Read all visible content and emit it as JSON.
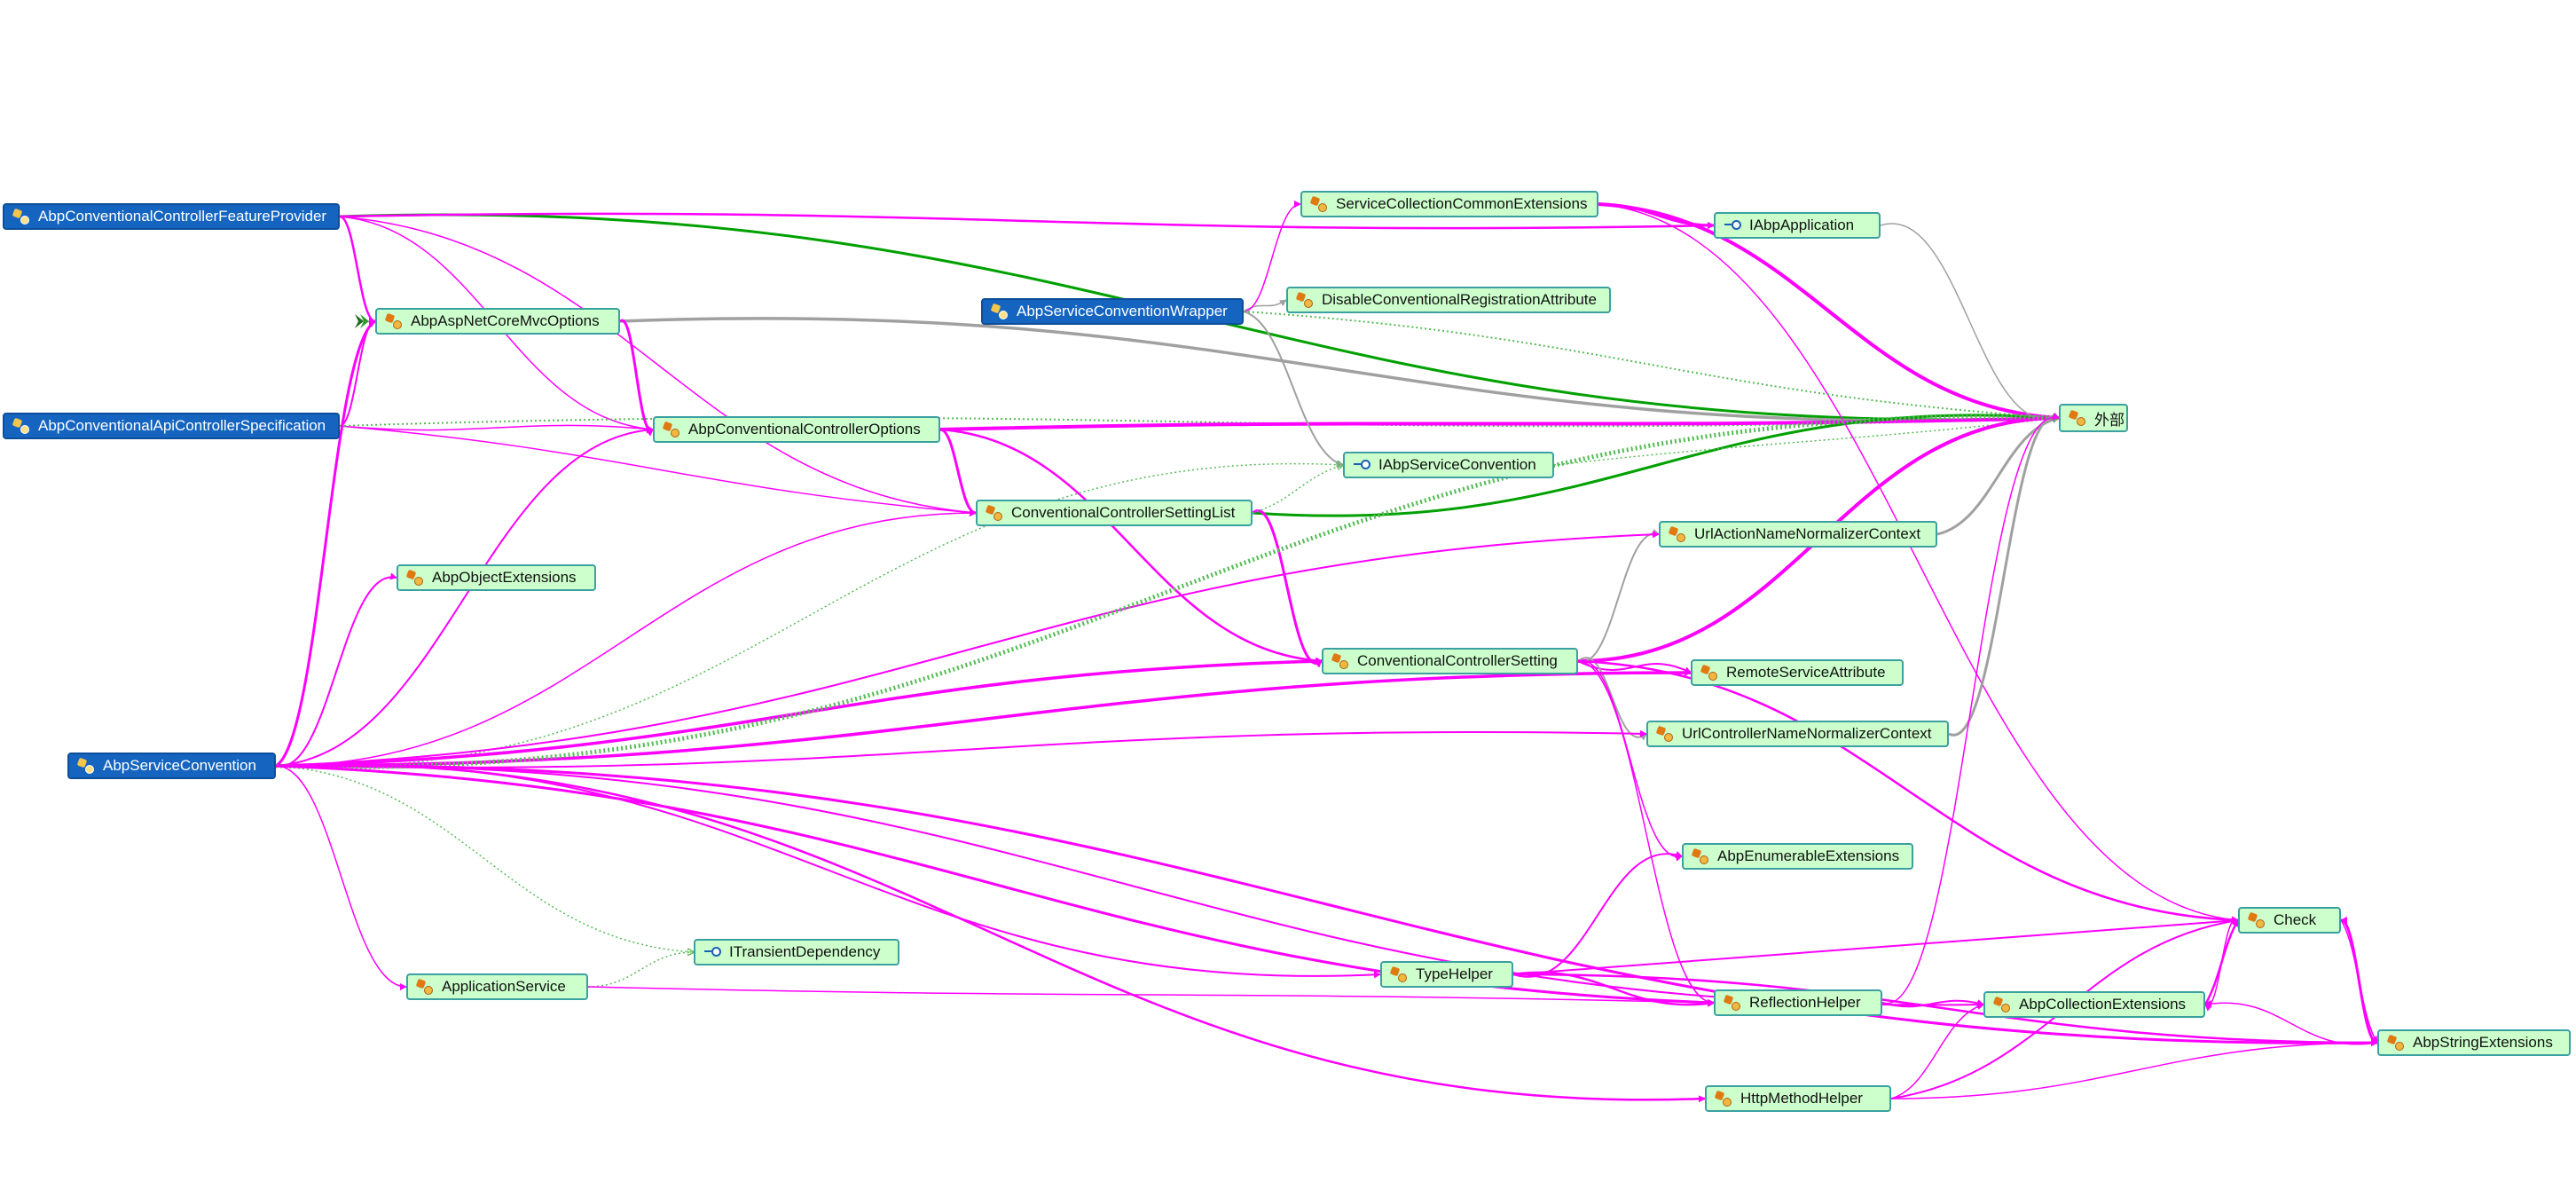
{
  "colors": {
    "pink": "#ff00ff",
    "green": "#00a000",
    "gray": "#a0a0a0",
    "dotted_green": "#55bb55",
    "node_light": "#ccffcc",
    "node_dark": "#1565c0"
  },
  "nodes": [
    {
      "id": "featureProvider",
      "label": "AbpConventionalControllerFeatureProvider",
      "style": "dark",
      "icon": "class-icon"
    },
    {
      "id": "aspNetCoreMvcOptions",
      "label": "AbpAspNetCoreMvcOptions",
      "style": "light",
      "icon": "class-icon"
    },
    {
      "id": "apiControllerSpec",
      "label": "AbpConventionalApiControllerSpecification",
      "style": "dark",
      "icon": "class-icon"
    },
    {
      "id": "controllerOptions",
      "label": "AbpConventionalControllerOptions",
      "style": "light",
      "icon": "class-icon"
    },
    {
      "id": "objectExtensions",
      "label": "AbpObjectExtensions",
      "style": "light",
      "icon": "class-icon"
    },
    {
      "id": "serviceConvention",
      "label": "AbpServiceConvention",
      "style": "dark",
      "icon": "class-icon"
    },
    {
      "id": "applicationService",
      "label": "ApplicationService",
      "style": "light",
      "icon": "class-icon"
    },
    {
      "id": "iTransientDependency",
      "label": "ITransientDependency",
      "style": "light",
      "icon": "interface-icon"
    },
    {
      "id": "serviceCollectionCommon",
      "label": "ServiceCollectionCommonExtensions",
      "style": "light",
      "icon": "class-icon"
    },
    {
      "id": "iAbpApplication",
      "label": "IAbpApplication",
      "style": "light",
      "icon": "interface-icon"
    },
    {
      "id": "conventionWrapper",
      "label": "AbpServiceConventionWrapper",
      "style": "dark",
      "icon": "class-icon"
    },
    {
      "id": "disableConventional",
      "label": "DisableConventionalRegistrationAttribute",
      "style": "light",
      "icon": "class-icon"
    },
    {
      "id": "external",
      "label": "外部",
      "style": "light",
      "icon": "class-icon"
    },
    {
      "id": "iAbpServiceConvention",
      "label": "IAbpServiceConvention",
      "style": "light",
      "icon": "interface-icon"
    },
    {
      "id": "settingList",
      "label": "ConventionalControllerSettingList",
      "style": "light",
      "icon": "class-icon"
    },
    {
      "id": "urlActionNormalizer",
      "label": "UrlActionNameNormalizerContext",
      "style": "light",
      "icon": "class-icon"
    },
    {
      "id": "controllerSetting",
      "label": "ConventionalControllerSetting",
      "style": "light",
      "icon": "class-icon"
    },
    {
      "id": "remoteServiceAttr",
      "label": "RemoteServiceAttribute",
      "style": "light",
      "icon": "class-icon"
    },
    {
      "id": "urlControllerNormalizer",
      "label": "UrlControllerNameNormalizerContext",
      "style": "light",
      "icon": "class-icon"
    },
    {
      "id": "enumerableExtensions",
      "label": "AbpEnumerableExtensions",
      "style": "light",
      "icon": "class-icon"
    },
    {
      "id": "check",
      "label": "Check",
      "style": "light",
      "icon": "class-icon"
    },
    {
      "id": "typeHelper",
      "label": "TypeHelper",
      "style": "light",
      "icon": "class-icon"
    },
    {
      "id": "reflectionHelper",
      "label": "ReflectionHelper",
      "style": "light",
      "icon": "class-icon"
    },
    {
      "id": "collectionExtensions",
      "label": "AbpCollectionExtensions",
      "style": "light",
      "icon": "class-icon"
    },
    {
      "id": "stringExtensions",
      "label": "AbpStringExtensions",
      "style": "light",
      "icon": "class-icon"
    },
    {
      "id": "httpMethodHelper",
      "label": "HttpMethodHelper",
      "style": "light",
      "icon": "class-icon"
    }
  ],
  "edges": [
    {
      "from": "featureProvider",
      "to": "external",
      "color": "green",
      "weight": 3
    },
    {
      "from": "featureProvider",
      "to": "iAbpApplication",
      "color": "pink",
      "weight": 2.5
    },
    {
      "from": "featureProvider",
      "to": "aspNetCoreMvcOptions",
      "color": "pink",
      "weight": 2.5
    },
    {
      "from": "featureProvider",
      "to": "controllerOptions",
      "color": "pink",
      "weight": 1.5
    },
    {
      "from": "featureProvider",
      "to": "settingList",
      "color": "pink",
      "weight": 1.5
    },
    {
      "from": "aspNetCoreMvcOptions",
      "to": "external",
      "color": "gray",
      "weight": 3.5
    },
    {
      "from": "aspNetCoreMvcOptions",
      "to": "controllerOptions",
      "color": "pink",
      "weight": 3
    },
    {
      "from": "apiControllerSpec",
      "to": "aspNetCoreMvcOptions",
      "color": "pink",
      "weight": 2
    },
    {
      "from": "apiControllerSpec",
      "to": "controllerOptions",
      "color": "pink",
      "weight": 1.5
    },
    {
      "from": "apiControllerSpec",
      "to": "settingList",
      "color": "pink",
      "weight": 1.5
    },
    {
      "from": "apiControllerSpec",
      "to": "external",
      "color": "dotted_green",
      "weight": 2
    },
    {
      "from": "controllerOptions",
      "to": "external",
      "color": "pink",
      "weight": 4
    },
    {
      "from": "controllerOptions",
      "to": "settingList",
      "color": "pink",
      "weight": 3
    },
    {
      "from": "controllerOptions",
      "to": "controllerSetting",
      "color": "pink",
      "weight": 2.5
    },
    {
      "from": "settingList",
      "to": "external",
      "color": "green",
      "weight": 3
    },
    {
      "from": "settingList",
      "to": "controllerSetting",
      "color": "pink",
      "weight": 3
    },
    {
      "from": "settingList",
      "to": "iAbpServiceConvention",
      "color": "dotted_green",
      "weight": 1.5
    },
    {
      "from": "serviceCollectionCommon",
      "to": "iAbpApplication",
      "color": "pink",
      "weight": 3
    },
    {
      "from": "serviceCollectionCommon",
      "to": "external",
      "color": "pink",
      "weight": 4
    },
    {
      "from": "serviceCollectionCommon",
      "to": "check",
      "color": "pink",
      "weight": 1.5
    },
    {
      "from": "iAbpApplication",
      "to": "external",
      "color": "gray",
      "weight": 1.5
    },
    {
      "from": "conventionWrapper",
      "to": "disableConventional",
      "color": "gray",
      "weight": 1.5
    },
    {
      "from": "conventionWrapper",
      "to": "serviceCollectionCommon",
      "color": "pink",
      "weight": 1.5
    },
    {
      "from": "conventionWrapper",
      "to": "iAbpServiceConvention",
      "color": "gray",
      "weight": 2
    },
    {
      "from": "conventionWrapper",
      "to": "external",
      "color": "dotted_green",
      "weight": 2
    },
    {
      "from": "iAbpServiceConvention",
      "to": "external",
      "color": "dotted_green",
      "weight": 1.5
    },
    {
      "from": "urlActionNormalizer",
      "to": "external",
      "color": "gray",
      "weight": 3
    },
    {
      "from": "controllerSetting",
      "to": "external",
      "color": "pink",
      "weight": 4
    },
    {
      "from": "controllerSetting",
      "to": "urlActionNormalizer",
      "color": "gray",
      "weight": 2
    },
    {
      "from": "controllerSetting",
      "to": "remoteServiceAttr",
      "color": "pink",
      "weight": 2
    },
    {
      "from": "controllerSetting",
      "to": "urlControllerNormalizer",
      "color": "gray",
      "weight": 2
    },
    {
      "from": "controllerSetting",
      "to": "enumerableExtensions",
      "color": "pink",
      "weight": 1.5
    },
    {
      "from": "controllerSetting",
      "to": "reflectionHelper",
      "color": "pink",
      "weight": 1.5
    },
    {
      "from": "controllerSetting",
      "to": "check",
      "color": "pink",
      "weight": 2.5
    },
    {
      "from": "urlControllerNormalizer",
      "to": "external",
      "color": "gray",
      "weight": 3
    },
    {
      "from": "serviceConvention",
      "to": "aspNetCoreMvcOptions",
      "color": "pink",
      "weight": 3
    },
    {
      "from": "serviceConvention",
      "to": "controllerOptions",
      "color": "pink",
      "weight": 2
    },
    {
      "from": "serviceConvention",
      "to": "settingList",
      "color": "pink",
      "weight": 1.5
    },
    {
      "from": "serviceConvention",
      "to": "objectExtensions",
      "color": "pink",
      "weight": 2
    },
    {
      "from": "serviceConvention",
      "to": "iAbpServiceConvention",
      "color": "dotted_green",
      "weight": 1.5
    },
    {
      "from": "serviceConvention",
      "to": "urlActionNormalizer",
      "color": "pink",
      "weight": 2
    },
    {
      "from": "serviceConvention",
      "to": "controllerSetting",
      "color": "pink",
      "weight": 3.5
    },
    {
      "from": "serviceConvention",
      "to": "remoteServiceAttr",
      "color": "pink",
      "weight": 3.5
    },
    {
      "from": "serviceConvention",
      "to": "urlControllerNormalizer",
      "color": "pink",
      "weight": 2
    },
    {
      "from": "serviceConvention",
      "to": "external",
      "color": "dotted_green",
      "weight": 5
    },
    {
      "from": "serviceConvention",
      "to": "typeHelper",
      "color": "pink",
      "weight": 2
    },
    {
      "from": "serviceConvention",
      "to": "collectionExtensions",
      "color": "pink",
      "weight": 2
    },
    {
      "from": "serviceConvention",
      "to": "applicationService",
      "color": "pink",
      "weight": 1.5
    },
    {
      "from": "serviceConvention",
      "to": "iTransientDependency",
      "color": "dotted_green",
      "weight": 1.5
    },
    {
      "from": "serviceConvention",
      "to": "reflectionHelper",
      "color": "pink",
      "weight": 3
    },
    {
      "from": "serviceConvention",
      "to": "httpMethodHelper",
      "color": "pink",
      "weight": 2.5
    },
    {
      "from": "serviceConvention",
      "to": "stringExtensions",
      "color": "pink",
      "weight": 3
    },
    {
      "from": "applicationService",
      "to": "iTransientDependency",
      "color": "dotted_green",
      "weight": 1.5
    },
    {
      "from": "applicationService",
      "to": "reflectionHelper",
      "color": "pink",
      "weight": 1.5
    },
    {
      "from": "typeHelper",
      "to": "enumerableExtensions",
      "color": "pink",
      "weight": 2
    },
    {
      "from": "typeHelper",
      "to": "check",
      "color": "pink",
      "weight": 2
    },
    {
      "from": "typeHelper",
      "to": "reflectionHelper",
      "color": "pink",
      "weight": 2.5
    },
    {
      "from": "typeHelper",
      "to": "stringExtensions",
      "color": "pink",
      "weight": 2.5
    },
    {
      "from": "reflectionHelper",
      "to": "collectionExtensions",
      "color": "pink",
      "weight": 2
    },
    {
      "from": "reflectionHelper",
      "to": "external",
      "color": "pink",
      "weight": 1.5
    },
    {
      "from": "collectionExtensions",
      "to": "check",
      "color": "pink",
      "weight": 2.5
    },
    {
      "from": "check",
      "to": "collectionExtensions",
      "color": "pink",
      "weight": 1.5
    },
    {
      "from": "stringExtensions",
      "to": "check",
      "color": "pink",
      "weight": 3
    },
    {
      "from": "stringExtensions",
      "to": "collectionExtensions",
      "color": "pink",
      "weight": 1.5
    },
    {
      "from": "check",
      "to": "stringExtensions",
      "color": "pink",
      "weight": 1.5
    },
    {
      "from": "httpMethodHelper",
      "to": "check",
      "color": "pink",
      "weight": 2
    },
    {
      "from": "httpMethodHelper",
      "to": "collectionExtensions",
      "color": "pink",
      "weight": 1.5
    },
    {
      "from": "httpMethodHelper",
      "to": "stringExtensions",
      "color": "pink",
      "weight": 1.5
    }
  ]
}
